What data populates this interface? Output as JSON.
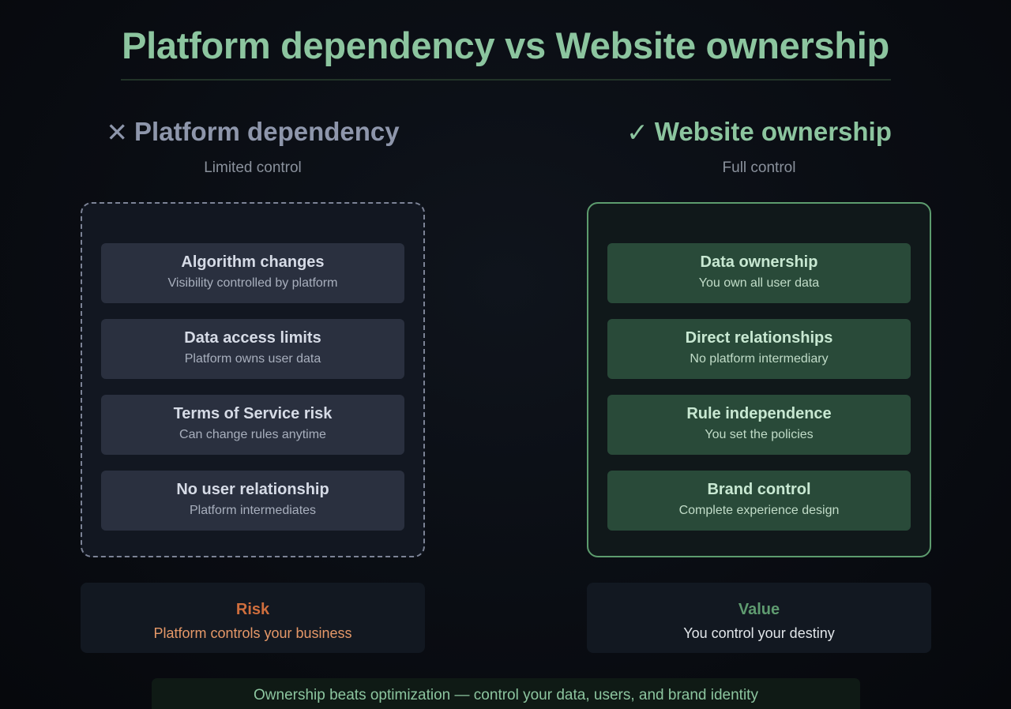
{
  "title": "Platform dependency vs Website ownership",
  "left": {
    "icon": "x-mark-icon",
    "glyph": "✕",
    "heading": "Platform dependency",
    "subheading": "Limited control",
    "cards": [
      {
        "title": "Algorithm changes",
        "desc": "Visibility controlled by platform"
      },
      {
        "title": "Data access limits",
        "desc": "Platform owns user data"
      },
      {
        "title": "Terms of Service risk",
        "desc": "Can change rules anytime"
      },
      {
        "title": "No user relationship",
        "desc": "Platform intermediates"
      }
    ],
    "outcome": {
      "title": "Risk",
      "desc": "Platform controls your business"
    }
  },
  "right": {
    "icon": "check-mark-icon",
    "glyph": "✓",
    "heading": "Website ownership",
    "subheading": "Full control",
    "cards": [
      {
        "title": "Data ownership",
        "desc": "You own all user data"
      },
      {
        "title": "Direct relationships",
        "desc": "No platform intermediary"
      },
      {
        "title": "Rule independence",
        "desc": "You set the policies"
      },
      {
        "title": "Brand control",
        "desc": "Complete experience design"
      }
    ],
    "outcome": {
      "title": "Value",
      "desc": "You control your destiny"
    }
  },
  "footer": "Ownership beats optimization — control your data, users, and brand identity",
  "colors": {
    "accent_green": "#8cc59f",
    "muted_slate": "#8e96ab",
    "risk_orange": "#cf6e3d",
    "value_green": "#5f9b70"
  }
}
